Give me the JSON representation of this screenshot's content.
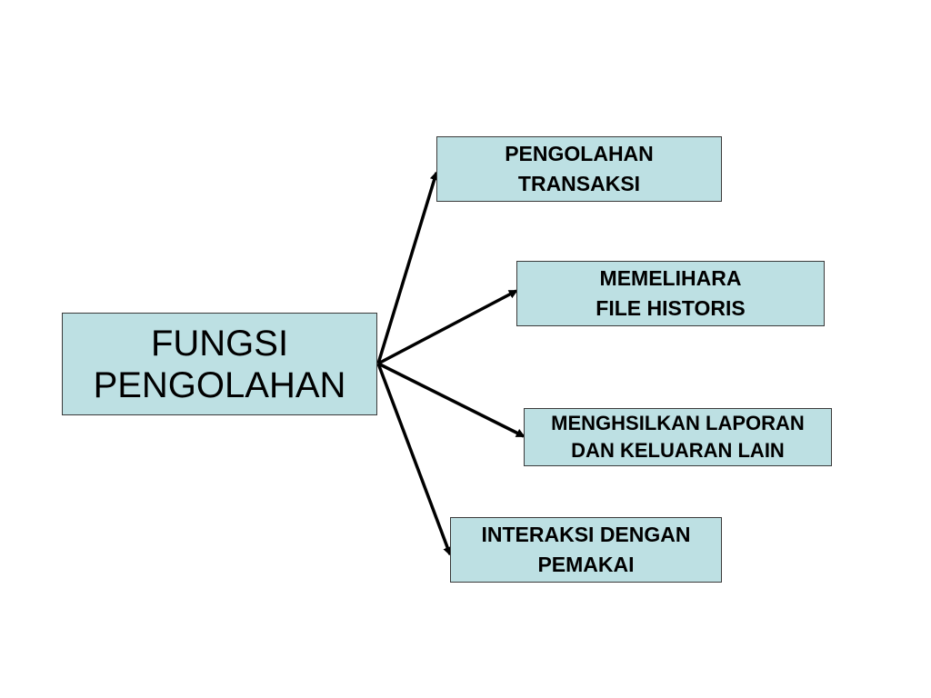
{
  "main_box": {
    "line1": "FUNGSI",
    "line2": "PENGOLAHAN"
  },
  "functions": [
    {
      "line1": "PENGOLAHAN",
      "line2": "TRANSAKSI"
    },
    {
      "line1": "MEMELIHARA",
      "line2": "FILE HISTORIS"
    },
    {
      "line1": "MENGHSILKAN LAPORAN",
      "line2": "DAN KELUARAN LAIN"
    },
    {
      "line1": "INTERAKSI DENGAN",
      "line2": "PEMAKAI"
    }
  ],
  "colors": {
    "box_fill": "#bde0e3",
    "box_border": "#3a3a3a",
    "arrow": "#000000"
  }
}
